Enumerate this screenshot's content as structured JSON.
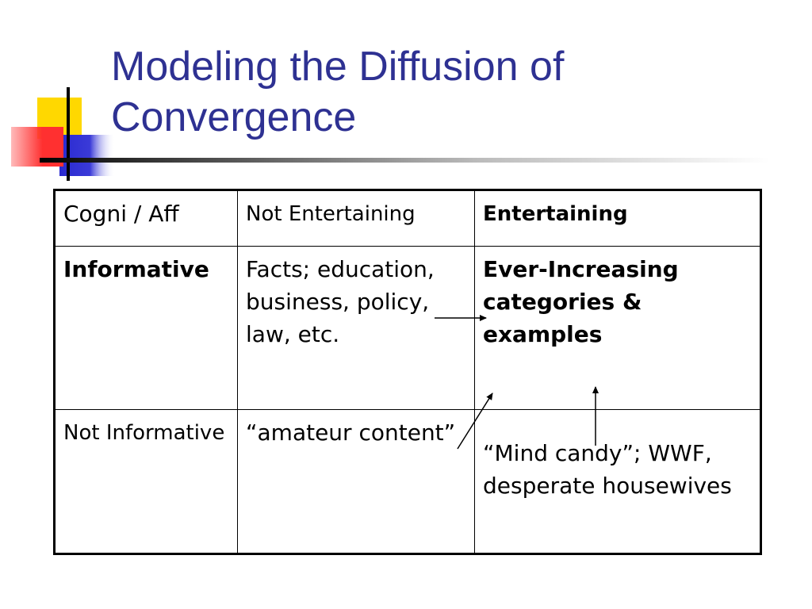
{
  "slide": {
    "title_line1": "Modeling the Diffusion of",
    "title_line2": "Convergence",
    "colors": {
      "title": "#2e3192",
      "logo_yellow": "#ffd800",
      "logo_red": "#ff3333",
      "logo_blue": "#2e2ecc"
    }
  },
  "table": {
    "header": {
      "corner": "Cogni / Aff",
      "col1": "Not Entertaining",
      "col2": "Entertaining"
    },
    "rows": [
      {
        "label": "Informative",
        "col1": "Facts; education, business, policy, law, etc.",
        "col2": "Ever-Increasing categories & examples"
      },
      {
        "label": "Not Informative",
        "col1": "“amateur content”",
        "col2": "“Mind candy”; WWF, desperate housewives"
      }
    ]
  }
}
